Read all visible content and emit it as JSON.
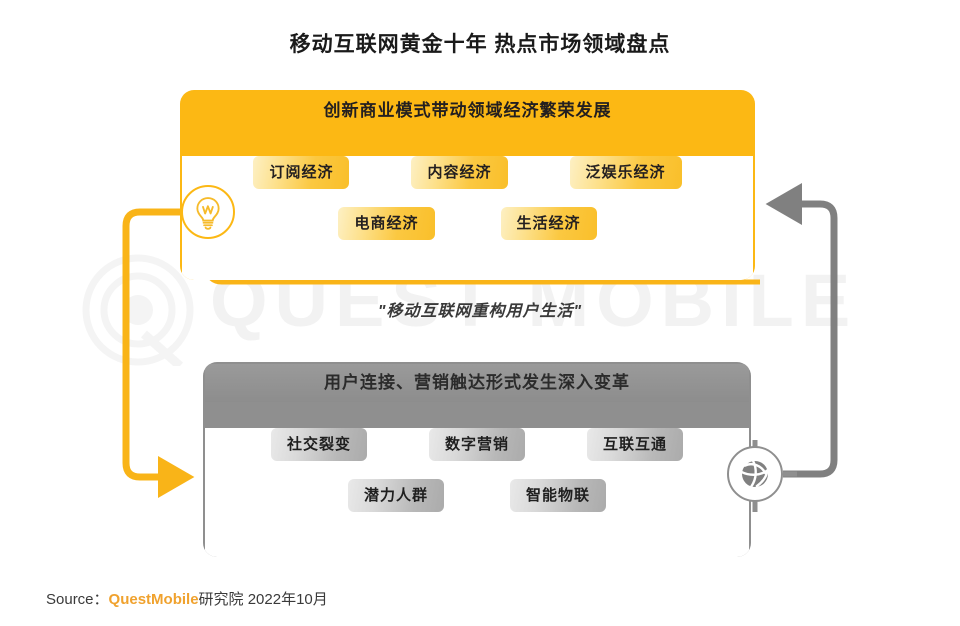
{
  "page": {
    "title": "移动互联网黄金十年  热点市场领域盘点",
    "watermark": "QUEST MOBILE",
    "watermark_mark": "questmobile-logo-mark",
    "quote": "\"移动互联网重构用户生活\"",
    "background": "#ffffff"
  },
  "colors": {
    "accent_yellow": "#fcb814",
    "accent_gray": "#8f8f8f",
    "brand_orange": "#f0a22e",
    "text_dark": "#231f20"
  },
  "yellow_card": {
    "header": "创新商业模式带动领域经济繁荣发展",
    "node_icon": "lightbulb-icon",
    "row1": [
      {
        "label": "订阅经济"
      },
      {
        "label": "内容经济"
      },
      {
        "label": "泛娱乐经济"
      }
    ],
    "row2": [
      {
        "label": "电商经济"
      },
      {
        "label": "生活经济"
      }
    ]
  },
  "gray_card": {
    "header": "用户连接、营销触达形式发生深入变革",
    "node_icon": "globe-network-icon",
    "row1": [
      {
        "label": "社交裂变"
      },
      {
        "label": "数字营销"
      },
      {
        "label": "互联互通"
      }
    ],
    "row2": [
      {
        "label": "潜力人群"
      },
      {
        "label": "智能物联"
      }
    ]
  },
  "connectors": {
    "left_arrow": "yellow-loop-arrow-down",
    "right_arrow": "gray-loop-arrow-up"
  },
  "footer": {
    "source_label": "Source：",
    "source_brand": "QuestMobile",
    "source_rest": "研究院 2022年10月"
  }
}
